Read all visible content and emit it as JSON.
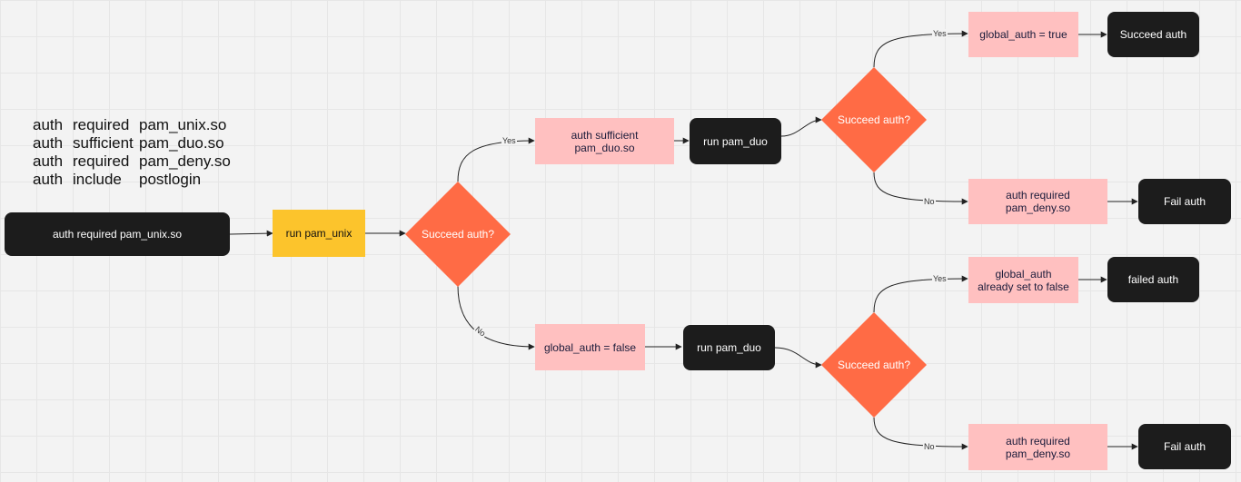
{
  "config_lines": [
    [
      "auth",
      "required",
      "pam_unix.so"
    ],
    [
      "auth",
      "sufficient",
      "pam_duo.so"
    ],
    [
      "auth",
      "required",
      "pam_deny.so"
    ],
    [
      "auth",
      "include",
      "postlogin"
    ]
  ],
  "nodes": {
    "start": "auth required pam_unix.so",
    "run_unix": "run pam_unix",
    "decision1": "Succeed auth?",
    "upper_sufficient": "auth sufficient pam_duo.so",
    "upper_run_duo": "run pam_duo",
    "decision2": "Succeed auth?",
    "upper_global_true": "global_auth = true",
    "upper_succeed": "Succeed auth",
    "upper_deny": "auth required pam_deny.so",
    "upper_fail": "Fail auth",
    "lower_global_false": "global_auth = false",
    "lower_run_duo": "run pam_duo",
    "decision3": "Succeed auth?",
    "lower_already_false": "global_auth already set to false",
    "lower_failed": "failed auth",
    "lower_deny": "auth required pam_deny.so",
    "lower_fail": "Fail auth"
  },
  "edge_labels": {
    "d1_yes": "Yes",
    "d1_no": "No",
    "d2_yes": "Yes",
    "d2_no": "No",
    "d3_yes": "Yes",
    "d3_no": "No"
  },
  "colors": {
    "dark": "#1c1c1c",
    "yellow": "#fcc42c",
    "pink": "#ffc0c0",
    "diamond": "#ff6b45",
    "connector": "#222222"
  }
}
